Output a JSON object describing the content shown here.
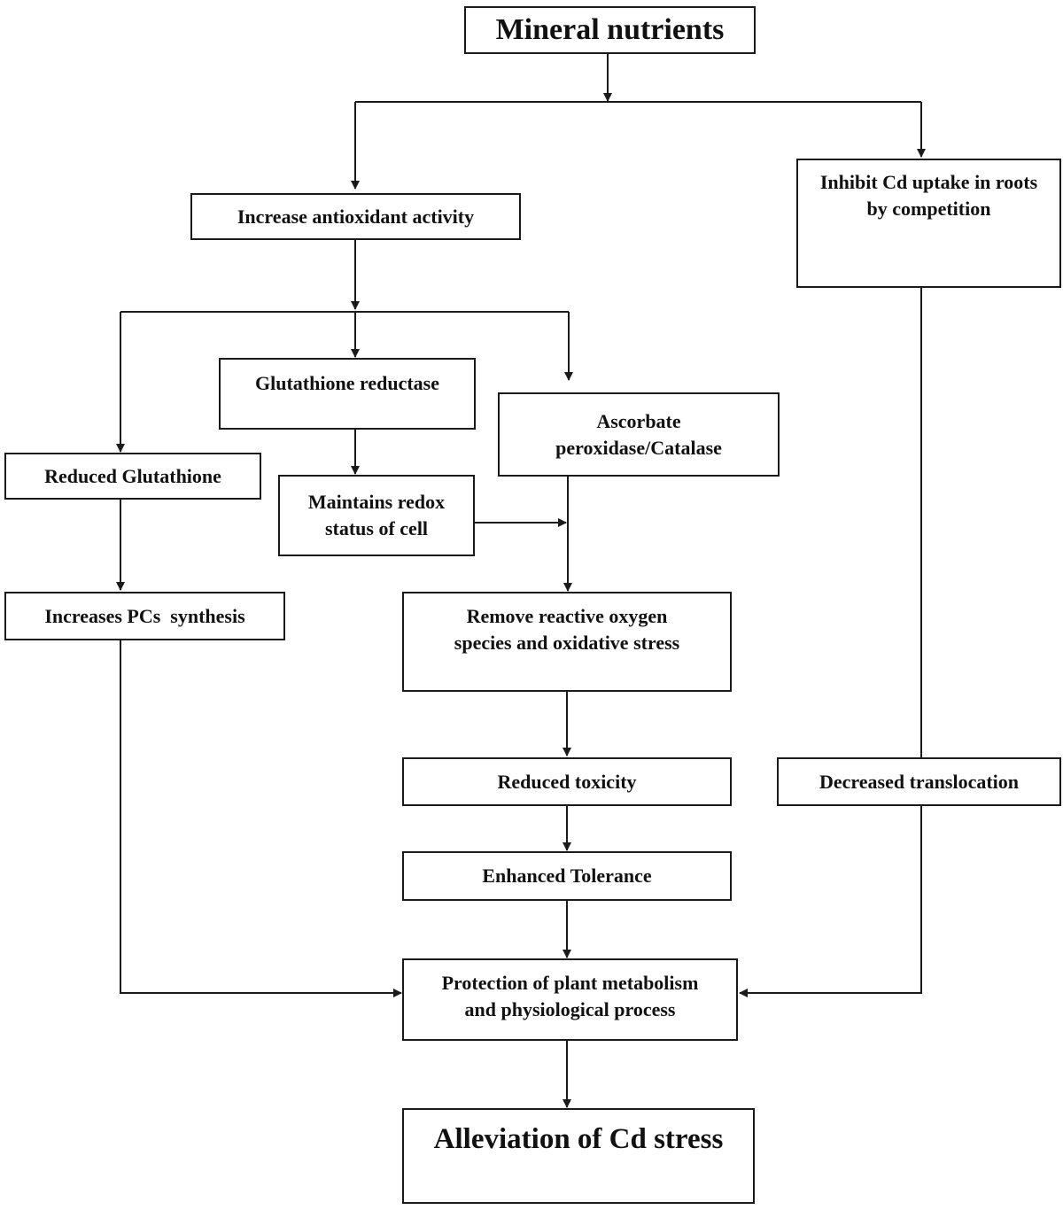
{
  "nodes": {
    "mineral_nutrients": "Mineral nutrients",
    "increase_antioxidant": "Increase antioxidant activity",
    "inhibit_cd_uptake": "Inhibit Cd uptake in roots by competition",
    "glutathione_reductase": "Glutathione reductase",
    "ascorbate_peroxidase": "Ascorbate peroxidase/Catalase",
    "reduced_glutathione": "Reduced Glutathione",
    "maintains_redox": "Maintains redox status of cell",
    "increases_pcs": "Increases PCs  synthesis",
    "remove_ros": "Remove reactive oxygen species and oxidative stress",
    "reduced_toxicity": "Reduced toxicity",
    "decreased_translocation": "Decreased translocation",
    "enhanced_tolerance": "Enhanced Tolerance",
    "protection": "Protection of plant metabolism and physiological process",
    "alleviation": "Alleviation of Cd stress"
  },
  "colors": {
    "line": "#1a1a1a",
    "background": "#ffffff"
  }
}
